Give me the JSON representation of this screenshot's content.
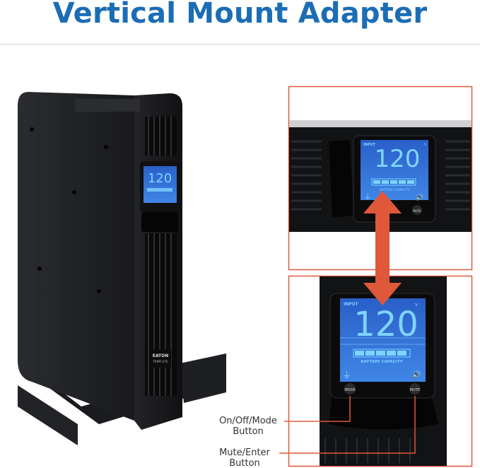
{
  "title": "Vertical Mount Adapter",
  "lcd": {
    "label": "INPUT",
    "value": "120",
    "unit": "V",
    "caption": "BATTERY CAPACITY",
    "battery_level_bars": 5
  },
  "buttons": {
    "mode": "MODE",
    "mute": "MUTE"
  },
  "brand": {
    "logo_text": "EATON",
    "sub_text": "TRIPP LITE"
  },
  "callouts": [
    {
      "line1": "On/Off/Mode",
      "line2": "Button"
    },
    {
      "line1": "Mute/Enter",
      "line2": "Button"
    }
  ],
  "colors": {
    "title": "#1b6db5",
    "accent": "#e0583a",
    "lcd": "#2f6fd8",
    "lcd_text": "#6fd0ff"
  }
}
